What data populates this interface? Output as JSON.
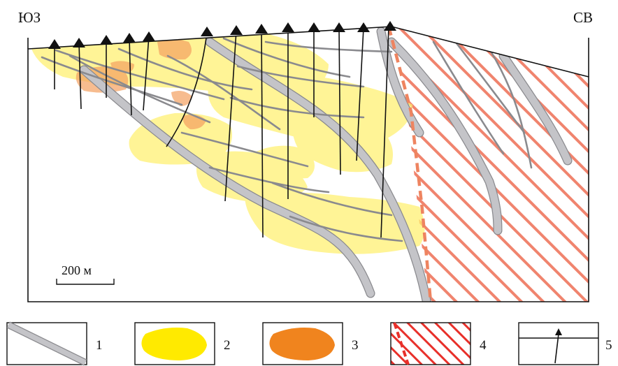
{
  "section": {
    "left_direction": "ЮЗ",
    "right_direction": "СВ",
    "scale_bar_label": "200 м"
  },
  "legend": {
    "items": [
      {
        "number": "1",
        "symbol": "grey-band"
      },
      {
        "number": "2",
        "symbol": "yellow-zone"
      },
      {
        "number": "3",
        "symbol": "orange-zone"
      },
      {
        "number": "4",
        "symbol": "red-hatched-zone"
      },
      {
        "number": "5",
        "symbol": "drill-hole"
      }
    ]
  },
  "colors": {
    "outline": "#111111",
    "band_fill": "#c4c4c8",
    "band_edge": "#8a8a8e",
    "yellow": "#fff06e",
    "yellow_legend": "#ffea00",
    "orange": "#f4a060",
    "orange_legend": "#f0841e",
    "hatch": "#f0846e",
    "hatch_legend": "#e8302a",
    "fault": "#ee8460"
  }
}
